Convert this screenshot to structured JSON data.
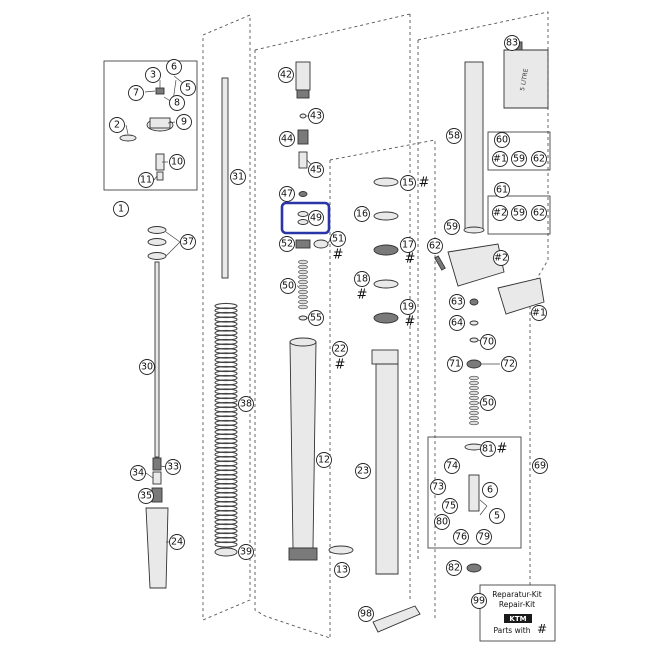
{
  "callouts": {
    "c1": "1",
    "c2": "2",
    "c3": "3",
    "c5": "5",
    "c6": "6",
    "c7": "7",
    "c8": "8",
    "c9": "9",
    "c10": "10",
    "c11": "11",
    "c12": "12",
    "c13": "13",
    "c15": "15",
    "c16": "16",
    "c17": "17",
    "c18": "18",
    "c19": "19",
    "c22": "22",
    "c23": "23",
    "c24": "24",
    "c30": "30",
    "c31": "31",
    "c33": "33",
    "c34": "34",
    "c35": "35",
    "c37": "37",
    "c38": "38",
    "c39": "39",
    "c42": "42",
    "c43": "43",
    "c44": "44",
    "c45": "45",
    "c47": "47",
    "c49": "49",
    "c50": "50",
    "c51": "51",
    "c52": "52",
    "c55": "55",
    "c58": "58",
    "c59": "59",
    "c60": "60",
    "c61": "61",
    "c62": "62",
    "c63": "63",
    "c64": "64",
    "c69": "69",
    "c70": "70",
    "c71": "71",
    "c72": "72",
    "c73": "73",
    "c74": "74",
    "c75": "75",
    "c76": "76",
    "c79": "79",
    "c80": "80",
    "c81": "81",
    "c82": "82",
    "c83": "83",
    "c98": "98",
    "c99": "99"
  },
  "kits": {
    "k60_ref": "#1",
    "k61_ref": "#2"
  },
  "marks": {
    "hash": "#"
  },
  "oil_can": {
    "label": "5 LITRE"
  },
  "grease_tube": {
    "label": ""
  },
  "repair_kit": {
    "line1": "Reparatur-Kit",
    "line2": "Repair-Kit",
    "brand": "KTM",
    "line3": "Parts with"
  },
  "colors": {
    "highlight": "#2a36a8",
    "line": "#333333",
    "part_fill": "#e9e9e9"
  }
}
